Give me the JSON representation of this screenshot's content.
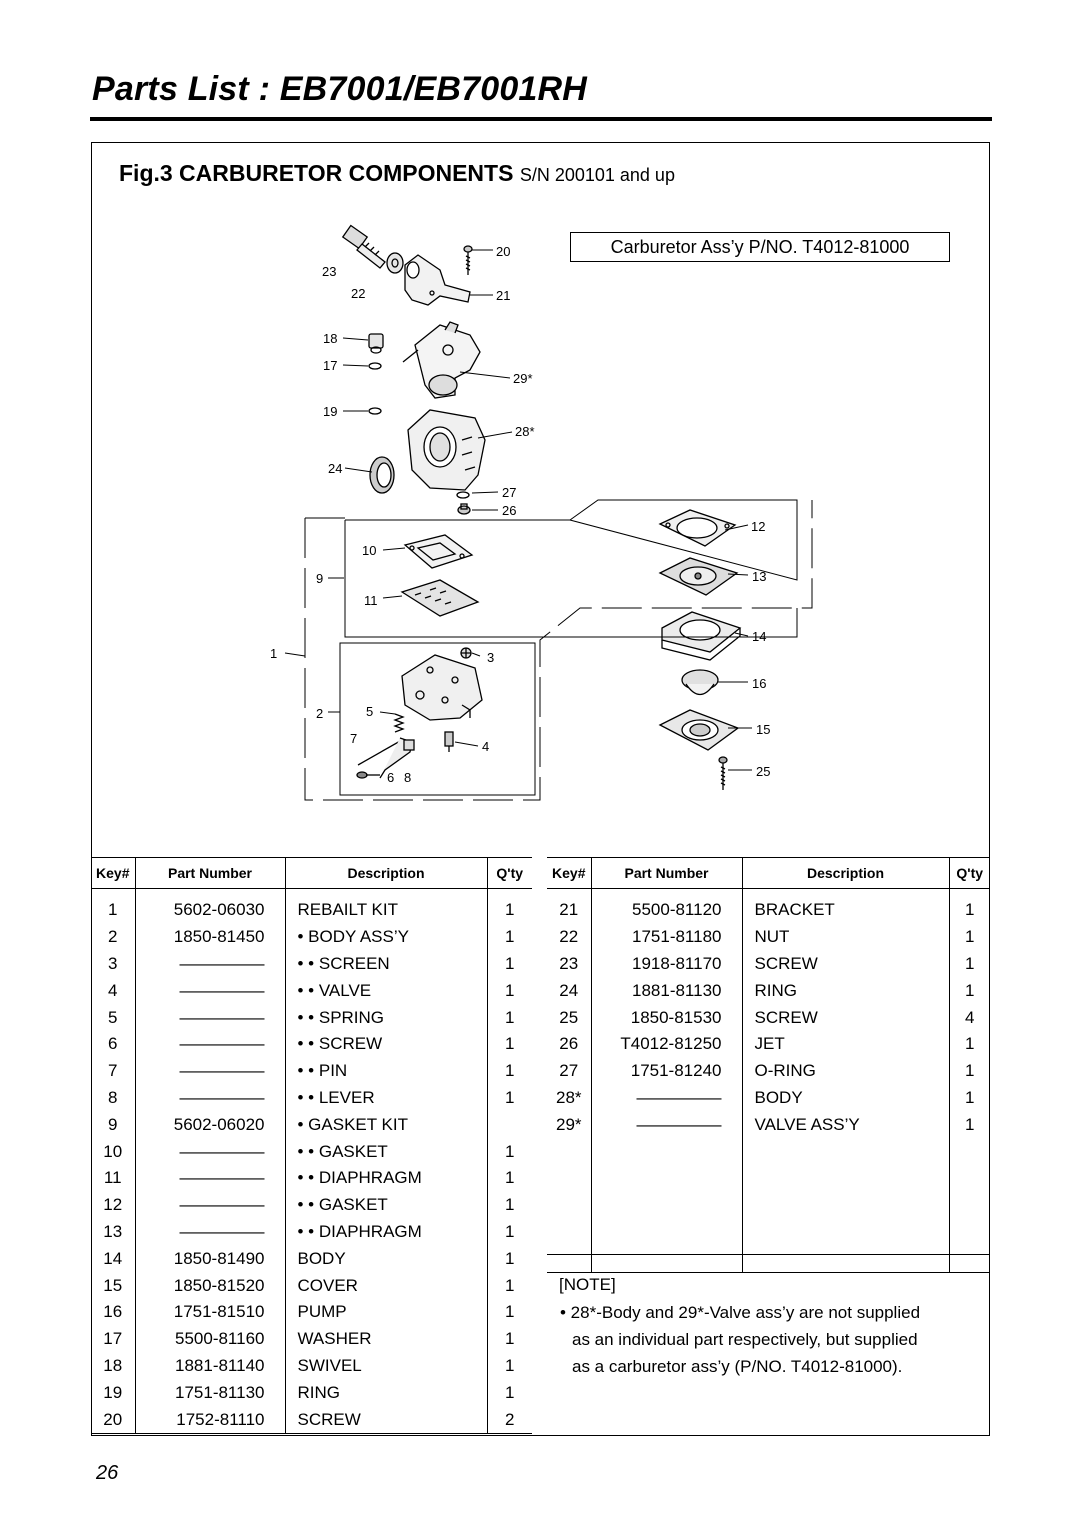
{
  "header": {
    "title": "Parts List : EB7001/EB7001RH"
  },
  "figure": {
    "title_bold": "Fig.3 CARBURETOR COMPONENTS",
    "title_suffix": "S/N 200101 and up",
    "assembly_label": "Carburetor Ass’y  P/NO. T4012-81000",
    "callouts": [
      "20",
      "23",
      "22",
      "21",
      "18",
      "17",
      "29*",
      "19",
      "28*",
      "24",
      "27",
      "26",
      "12",
      "10",
      "9",
      "11",
      "13",
      "14",
      "1",
      "3",
      "16",
      "2",
      "5",
      "7",
      "4",
      "15",
      "6",
      "8",
      "25"
    ]
  },
  "table": {
    "headers": {
      "key": "Key#",
      "part_number": "Part Number",
      "description": "Description",
      "qty": "Q'ty"
    },
    "left_rows": [
      {
        "key": "1",
        "pn": "5602-06030",
        "desc": "REBAILT KIT",
        "qty": "1"
      },
      {
        "key": "2",
        "pn": "1850-81450",
        "desc": "• BODY ASS’Y",
        "qty": "1"
      },
      {
        "key": "3",
        "pn": "—————",
        "desc": "• • SCREEN",
        "qty": "1"
      },
      {
        "key": "4",
        "pn": "—————",
        "desc": "• • VALVE",
        "qty": "1"
      },
      {
        "key": "5",
        "pn": "—————",
        "desc": "• • SPRING",
        "qty": "1"
      },
      {
        "key": "6",
        "pn": "—————",
        "desc": "• • SCREW",
        "qty": "1"
      },
      {
        "key": "7",
        "pn": "—————",
        "desc": "• • PIN",
        "qty": "1"
      },
      {
        "key": "8",
        "pn": "—————",
        "desc": "• • LEVER",
        "qty": "1"
      },
      {
        "key": "9",
        "pn": "5602-06020",
        "desc": "• GASKET KIT",
        "qty": ""
      },
      {
        "key": "10",
        "pn": "—————",
        "desc": "• • GASKET",
        "qty": "1"
      },
      {
        "key": "11",
        "pn": "—————",
        "desc": "• • DIAPHRAGM",
        "qty": "1"
      },
      {
        "key": "12",
        "pn": "—————",
        "desc": "• • GASKET",
        "qty": "1"
      },
      {
        "key": "13",
        "pn": "—————",
        "desc": "• • DIAPHRAGM",
        "qty": "1"
      },
      {
        "key": "14",
        "pn": "1850-81490",
        "desc": "BODY",
        "qty": "1"
      },
      {
        "key": "15",
        "pn": "1850-81520",
        "desc": "COVER",
        "qty": "1"
      },
      {
        "key": "16",
        "pn": "1751-81510",
        "desc": "PUMP",
        "qty": "1"
      },
      {
        "key": "17",
        "pn": "5500-81160",
        "desc": "WASHER",
        "qty": "1"
      },
      {
        "key": "18",
        "pn": "1881-81140",
        "desc": "SWIVEL",
        "qty": "1"
      },
      {
        "key": "19",
        "pn": "1751-81130",
        "desc": "RING",
        "qty": "1"
      },
      {
        "key": "20",
        "pn": "1752-81110",
        "desc": "SCREW",
        "qty": "2"
      }
    ],
    "right_rows": [
      {
        "key": "21",
        "pn": "5500-81120",
        "desc": "BRACKET",
        "qty": "1"
      },
      {
        "key": "22",
        "pn": "1751-81180",
        "desc": "NUT",
        "qty": "1"
      },
      {
        "key": "23",
        "pn": "1918-81170",
        "desc": "SCREW",
        "qty": "1"
      },
      {
        "key": "24",
        "pn": "1881-81130",
        "desc": "RING",
        "qty": "1"
      },
      {
        "key": "25",
        "pn": "1850-81530",
        "desc": "SCREW",
        "qty": "4"
      },
      {
        "key": "26",
        "pn": "T4012-81250",
        "desc": "JET",
        "qty": "1"
      },
      {
        "key": "27",
        "pn": "1751-81240",
        "desc": "O-RING",
        "qty": "1"
      },
      {
        "key": "28*",
        "pn": "—————",
        "desc": "BODY",
        "qty": "1"
      },
      {
        "key": "29*",
        "pn": "—————",
        "desc": "VALVE ASS’Y",
        "qty": "1"
      },
      {
        "key": "",
        "pn": "",
        "desc": "",
        "qty": ""
      },
      {
        "key": "",
        "pn": "",
        "desc": "",
        "qty": ""
      },
      {
        "key": "",
        "pn": "",
        "desc": "",
        "qty": ""
      },
      {
        "key": "",
        "pn": "",
        "desc": "",
        "qty": ""
      },
      {
        "key": "",
        "pn": "",
        "desc": "",
        "qty": ""
      }
    ]
  },
  "note": {
    "label": "[NOTE]",
    "lines": [
      "• 28*-Body and 29*-Valve ass’y are not supplied",
      "as an individual part respectively, but supplied",
      "as a carburetor ass’y (P/NO. T4012-81000)."
    ]
  },
  "footer": {
    "page_number": "26"
  }
}
